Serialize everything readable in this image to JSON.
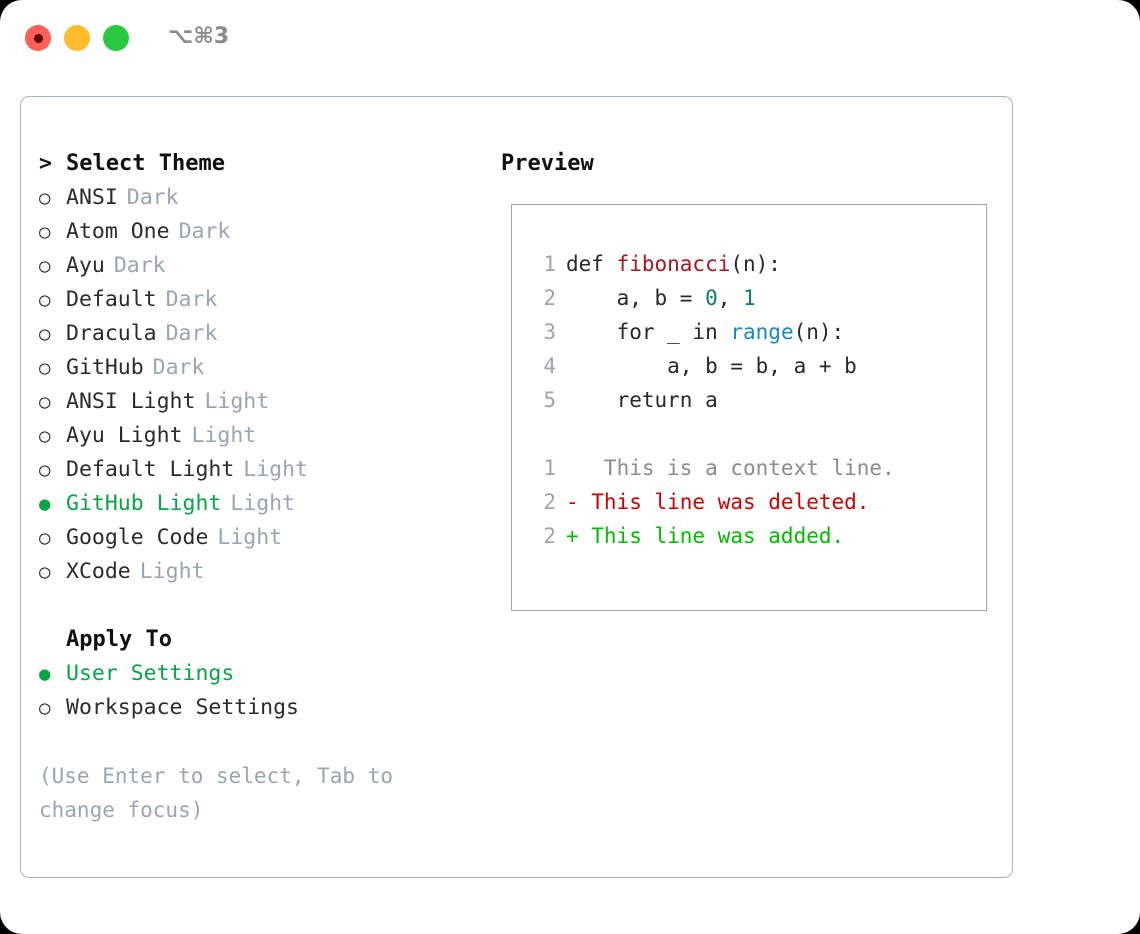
{
  "window": {
    "traffic_lights": [
      "close",
      "minimize",
      "maximize"
    ],
    "shortcut": "⌥⌘3",
    "accent_green": "#07a544",
    "border_color": "#a9b4c2"
  },
  "theme_picker": {
    "header": "Select Theme",
    "header_marker": ">",
    "marker_unselected": "○",
    "marker_selected": "●",
    "items": [
      {
        "name": "ANSI",
        "badge": "Dark",
        "selected": false
      },
      {
        "name": "Atom One",
        "badge": "Dark",
        "selected": false
      },
      {
        "name": "Ayu",
        "badge": "Dark",
        "selected": false
      },
      {
        "name": "Default",
        "badge": "Dark",
        "selected": false
      },
      {
        "name": "Dracula",
        "badge": "Dark",
        "selected": false
      },
      {
        "name": "GitHub",
        "badge": "Dark",
        "selected": false
      },
      {
        "name": "ANSI Light",
        "badge": "Light",
        "selected": false
      },
      {
        "name": "Ayu Light",
        "badge": "Light",
        "selected": false
      },
      {
        "name": "Default Light",
        "badge": "Light",
        "selected": false
      },
      {
        "name": "GitHub Light",
        "badge": "Light",
        "selected": true
      },
      {
        "name": "Google Code",
        "badge": "Light",
        "selected": false
      },
      {
        "name": "XCode",
        "badge": "Light",
        "selected": false
      }
    ]
  },
  "apply_to": {
    "header": "Apply To",
    "items": [
      {
        "name": "User Settings",
        "selected": true
      },
      {
        "name": "Workspace Settings",
        "selected": false
      }
    ]
  },
  "hint": {
    "line1": "(Use Enter to select, Tab to",
    "line2": "change focus)"
  },
  "preview": {
    "title": "Preview",
    "code_lines": [
      {
        "num": "1",
        "tokens": [
          {
            "t": "def ",
            "c": "plain"
          },
          {
            "t": "fibonacci",
            "c": "func"
          },
          {
            "t": "(n):",
            "c": "plain"
          }
        ]
      },
      {
        "num": "2",
        "tokens": [
          {
            "t": "    a, b = ",
            "c": "plain"
          },
          {
            "t": "0",
            "c": "num"
          },
          {
            "t": ", ",
            "c": "plain"
          },
          {
            "t": "1",
            "c": "num"
          }
        ]
      },
      {
        "num": "3",
        "tokens": [
          {
            "t": "    for _ in ",
            "c": "plain"
          },
          {
            "t": "range",
            "c": "builtin"
          },
          {
            "t": "(n):",
            "c": "plain"
          }
        ]
      },
      {
        "num": "4",
        "tokens": [
          {
            "t": "        a, b = b, a + b",
            "c": "plain"
          }
        ]
      },
      {
        "num": "5",
        "tokens": [
          {
            "t": "    return a",
            "c": "plain"
          }
        ]
      }
    ],
    "diff_lines": [
      {
        "num": "1",
        "sign": " ",
        "text": "  This is a context line.",
        "kind": "ctx"
      },
      {
        "num": "2",
        "sign": "-",
        "text": " This line was deleted.",
        "kind": "del"
      },
      {
        "num": "2",
        "sign": "+",
        "text": " This line was added.",
        "kind": "add"
      }
    ]
  }
}
